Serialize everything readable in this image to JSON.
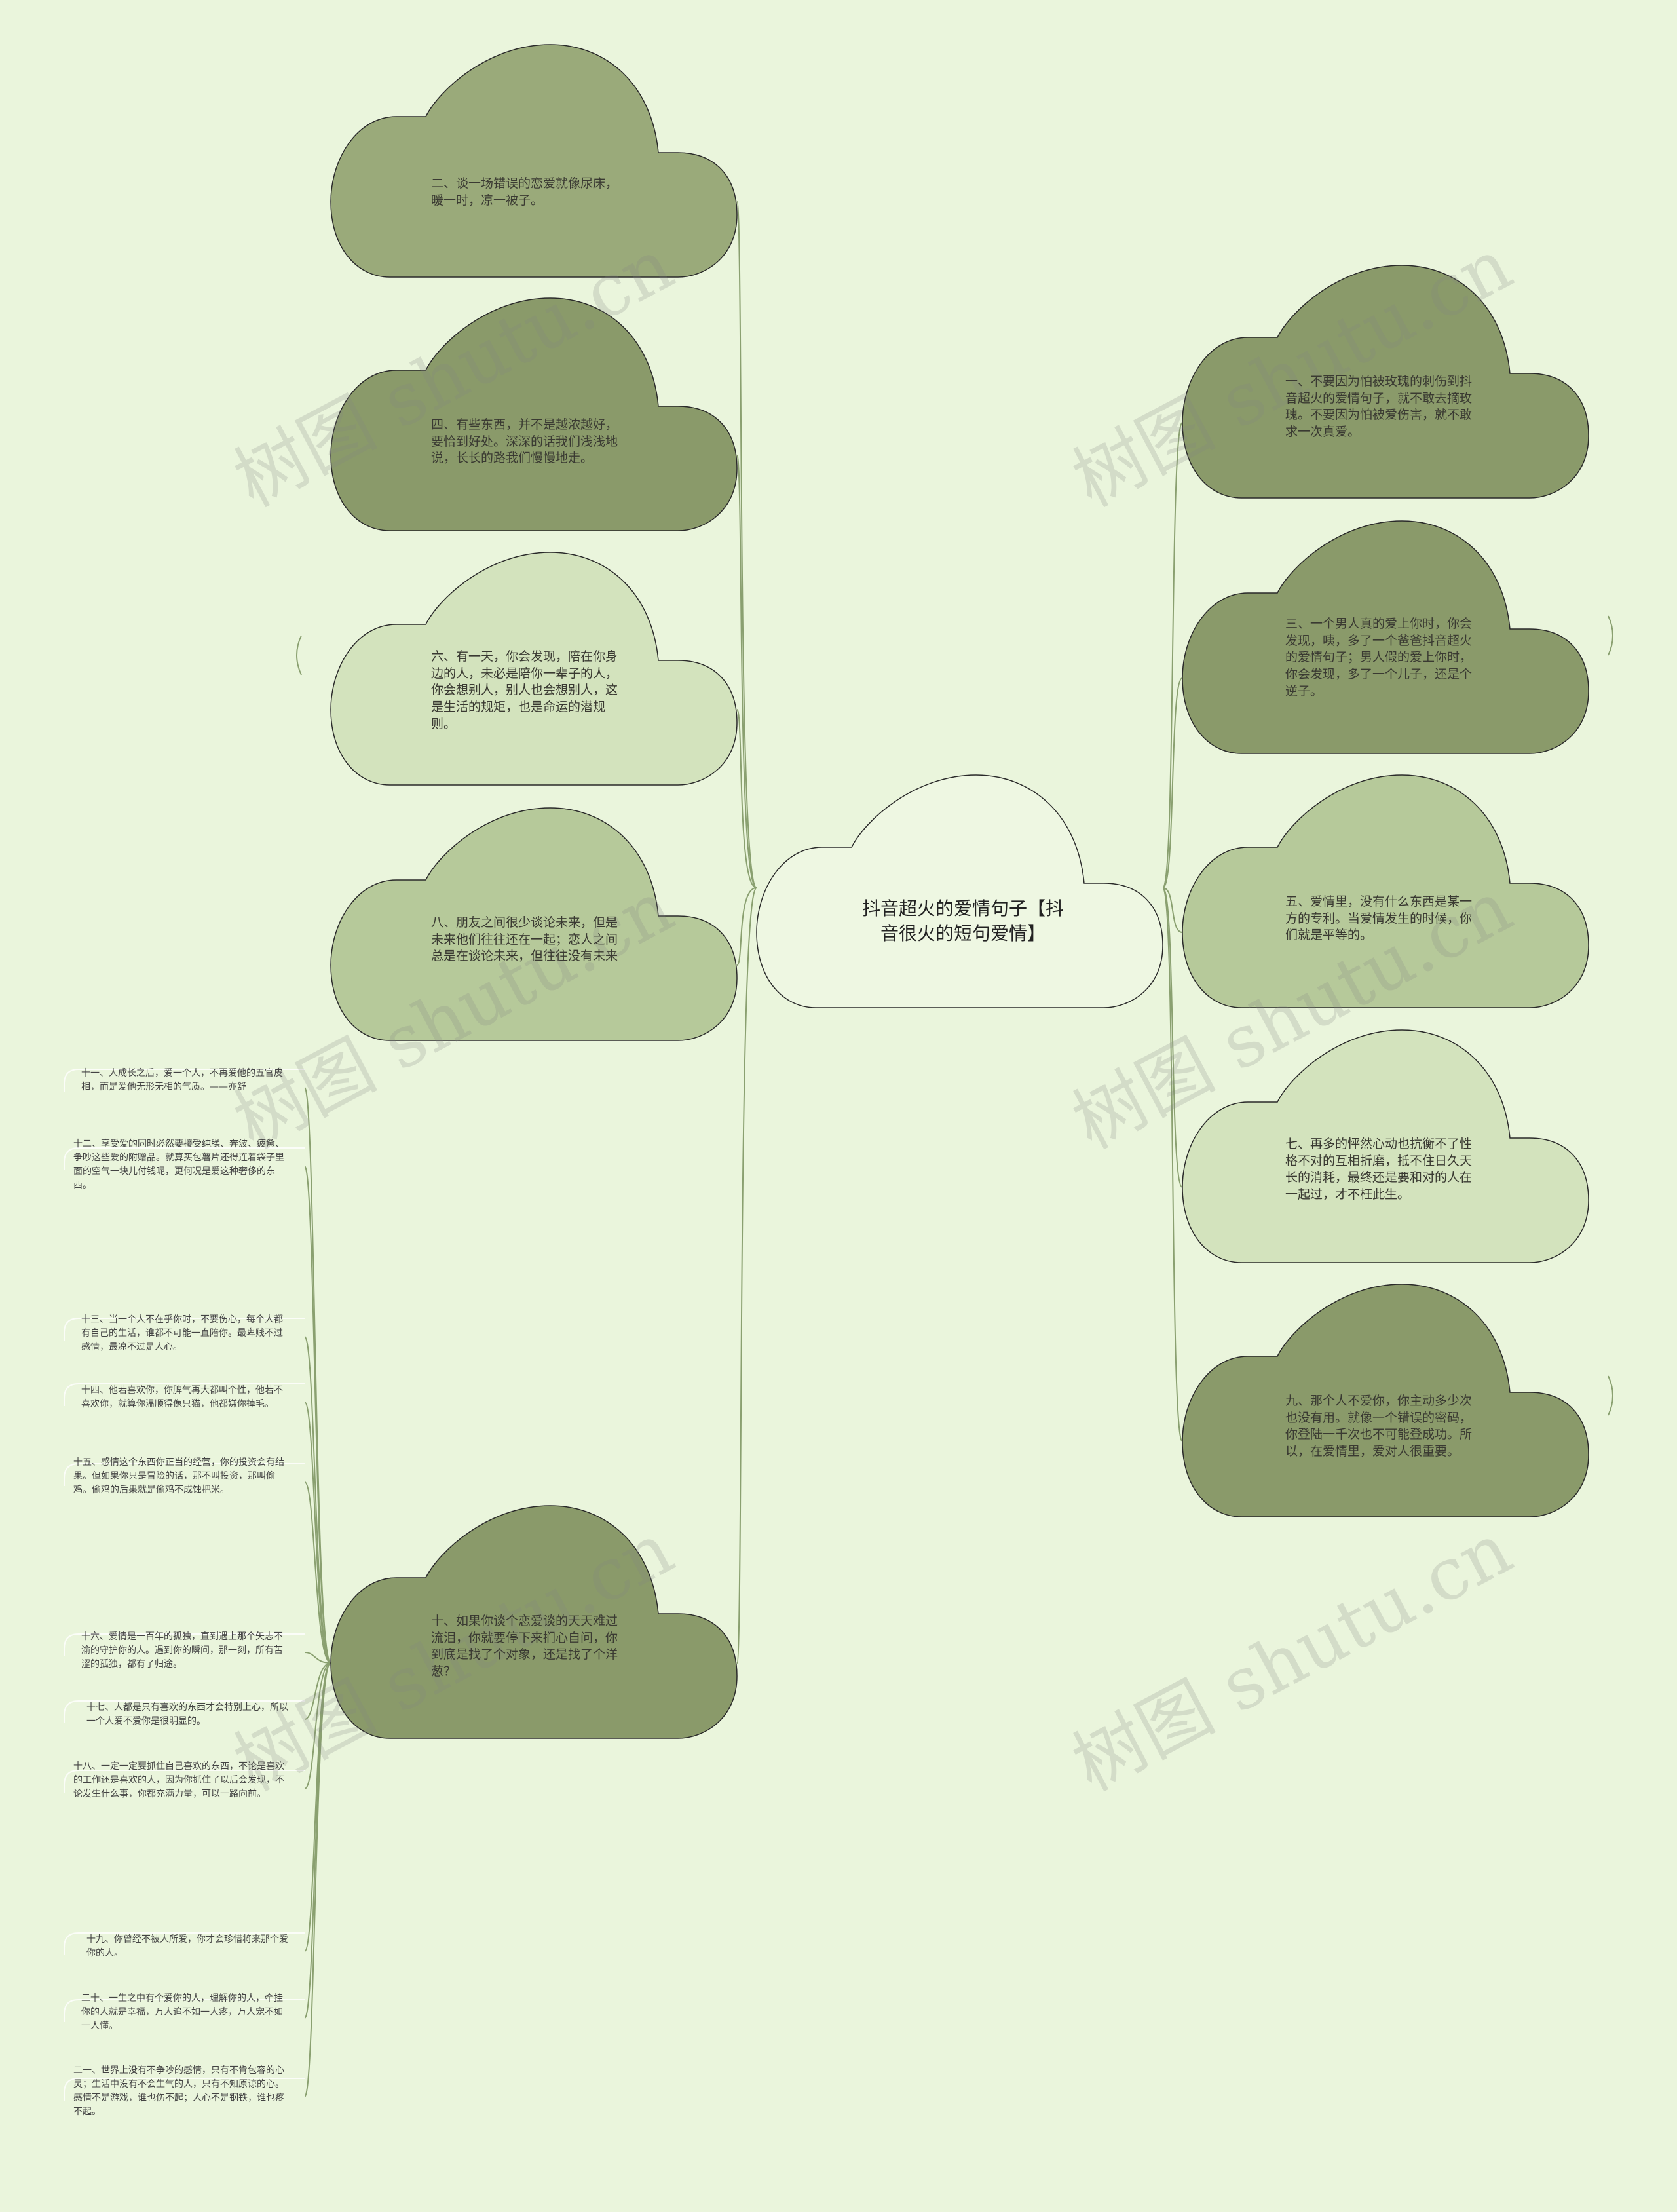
{
  "colors": {
    "background": "#eaf5dc",
    "dark": "#8a9a6a",
    "mid": "#9aaa7a",
    "light": "#b6c99a",
    "pale": "#d3e3bd",
    "center": "#eef7e2",
    "line": "#8aa070"
  },
  "center": {
    "text": "抖音超火的爱情句子【抖音很火的短句爱情】"
  },
  "left_topics": [
    {
      "text": "二、谈一场错误的恋爱就像尿床，暖一时，凉一被子。"
    },
    {
      "text": "四、有些东西，并不是越浓越好，要恰到好处。深深的话我们浅浅地说，长长的路我们慢慢地走。"
    },
    {
      "text": "六、有一天，你会发现，陪在你身边的人，未必是陪你一辈子的人，你会想别人，别人也会想别人，这是生活的规矩，也是命运的潜规则。"
    },
    {
      "text": "八、朋友之间很少谈论未来，但是未来他们往往还在一起；恋人之间总是在谈论未来，但往往没有未来"
    },
    {
      "text": "十、如果你谈个恋爱谈的天天难过流泪，你就要停下来扪心自问，你到底是找了个对象，还是找了个洋葱？"
    }
  ],
  "right_topics": [
    {
      "text": "一、不要因为怕被玫瑰的刺伤到抖音超火的爱情句子，就不敢去摘玫瑰。不要因为怕被爱伤害，就不敢求一次真爱。"
    },
    {
      "text": "三、一个男人真的爱上你时，你会发现，咦，多了一个爸爸抖音超火的爱情句子；男人假的爱上你时，你会发现，多了一个儿子，还是个逆子。"
    },
    {
      "text": "五、爱情里，没有什么东西是某一方的专利。当爱情发生的时候，你们就是平等的。"
    },
    {
      "text": "七、再多的怦然心动也抗衡不了性格不对的互相折磨，抵不住日久天长的消耗，最终还是要和对的人在一起过，才不枉此生。"
    },
    {
      "text": "九、那个人不爱你，你主动多少次也没有用。就像一个错误的密码，你登陆一千次也不可能登成功。所以，在爱情里，爱对人很重要。"
    }
  ],
  "leaves": [
    {
      "text": "十一、人成长之后，爱一个人，不再爱他的五官皮相，而是爱他无形无相的气质。——亦舒"
    },
    {
      "text": "十二、享受爱的同时必然要接受纯臊、奔波、疲惫、争吵这些爱的附赠品。就算买包薯片还得连着袋子里面的空气一块儿付钱呢，更何况是爱这种奢侈的东西。"
    },
    {
      "text": "十三、当一个人不在乎你时，不要伤心，每个人都有自己的生活，谁都不可能一直陪你。最卑贱不过感情，最凉不过是人心。"
    },
    {
      "text": "十四、他若喜欢你，你脾气再大都叫个性，他若不喜欢你，就算你温顺得像只猫，他都嫌你掉毛。"
    },
    {
      "text": "十五、感情这个东西你正当的经营，你的投资会有结果。但如果你只是冒险的话，那不叫投资，那叫偷鸡。偷鸡的后果就是偷鸡不成蚀把米。"
    },
    {
      "text": "十六、爱情是一百年的孤独，直到遇上那个矢志不渝的守护你的人。遇到你的瞬间，那一刻，所有苦涩的孤独，都有了归途。"
    },
    {
      "text": "十七、人都是只有喜欢的东西才会特别上心，所以一个人爱不爱你是很明显的。"
    },
    {
      "text": "十八、一定一定要抓住自己喜欢的东西，不论是喜欢的工作还是喜欢的人，因为你抓住了以后会发现，不论发生什么事，你都充满力量，可以一路向前。"
    },
    {
      "text": "十九、你曾经不被人所爱，你才会珍惜将来那个爱你的人。"
    },
    {
      "text": "二十、一生之中有个爱你的人，理解你的人，牵挂你的人就是幸福，万人追不如一人疼，万人宠不如一人懂。"
    },
    {
      "text": "二一、世界上没有不争吵的感情，只有不肯包容的心灵；生活中没有不会生气的人，只有不知原谅的心。感情不是游戏，谁也伤不起；人心不是钢铁，谁也疼不起。"
    }
  ],
  "watermark": "树图 shutu.cn"
}
